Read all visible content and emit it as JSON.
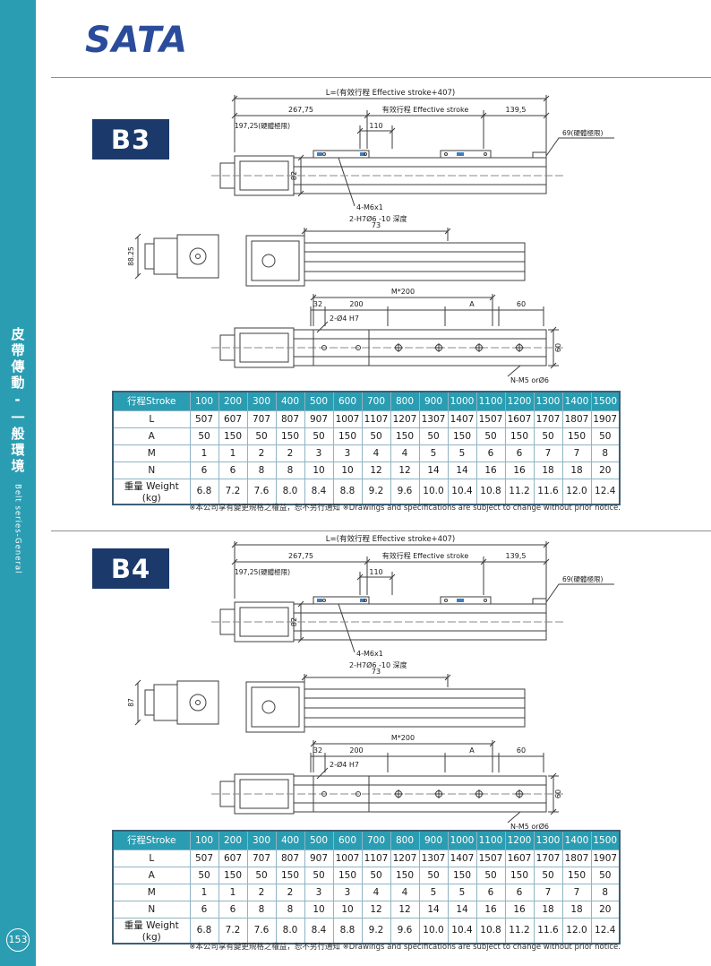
{
  "page": {
    "logo": "SATA",
    "page_number": "153",
    "sidebar": {
      "label_zh_1": "皮帶傳動",
      "separator": "-",
      "label_zh_2": "一般環境",
      "label_en": "Belt series-General"
    },
    "note": "※本公司享有變更規格之權益，恕不另行通知 ※Drawings and specifications are subject to change without prior notice."
  },
  "b3": {
    "model": "B3",
    "drawing": {
      "dim_total": "L=(有效行程 Effective stroke+407)",
      "dim_267": "267,75",
      "dim_stroke": "有效行程 Effective stroke",
      "dim_139": "139,5",
      "dim_hard_left": "197,25(硬體極限)",
      "dim_110": "110",
      "dim_hard_right": "69(硬體極限)",
      "dim_82": "82",
      "callout_m6": "4-M6x1",
      "callout_h7": "2-H7Ø6 -10 深度",
      "dim_73": "73",
      "dim_side": "88.25",
      "dim_m200": "M*200",
      "dim_32": "32",
      "dim_200": "200",
      "dim_a": "A",
      "dim_60": "60",
      "callout_holes": "2-Ø4 H7",
      "dim_60v": "60",
      "callout_n": "N-M5 orØ6"
    },
    "table": {
      "header_label": "行程Stroke",
      "columns": [
        "100",
        "200",
        "300",
        "400",
        "500",
        "600",
        "700",
        "800",
        "900",
        "1000",
        "1100",
        "1200",
        "1300",
        "1400",
        "1500"
      ],
      "rows": [
        {
          "key": "L",
          "label": "L",
          "values": [
            "507",
            "607",
            "707",
            "807",
            "907",
            "1007",
            "1107",
            "1207",
            "1307",
            "1407",
            "1507",
            "1607",
            "1707",
            "1807",
            "1907"
          ]
        },
        {
          "key": "A",
          "label": "A",
          "values": [
            "50",
            "150",
            "50",
            "150",
            "50",
            "150",
            "50",
            "150",
            "50",
            "150",
            "50",
            "150",
            "50",
            "150",
            "50"
          ]
        },
        {
          "key": "M",
          "label": "M",
          "values": [
            "1",
            "1",
            "2",
            "2",
            "3",
            "3",
            "4",
            "4",
            "5",
            "5",
            "6",
            "6",
            "7",
            "7",
            "8"
          ]
        },
        {
          "key": "N",
          "label": "N",
          "values": [
            "6",
            "6",
            "8",
            "8",
            "10",
            "10",
            "12",
            "12",
            "14",
            "14",
            "16",
            "16",
            "18",
            "18",
            "20"
          ]
        },
        {
          "key": "weight",
          "label": "重量 Weight (kg)",
          "values": [
            "6.8",
            "7.2",
            "7.6",
            "8.0",
            "8.4",
            "8.8",
            "9.2",
            "9.6",
            "10.0",
            "10.4",
            "10.8",
            "11.2",
            "11.6",
            "12.0",
            "12.4"
          ]
        }
      ]
    }
  },
  "b4": {
    "model": "B4",
    "drawing": {
      "dim_total": "L=(有效行程 Effective stroke+407)",
      "dim_267": "267,75",
      "dim_stroke": "有效行程 Effective stroke",
      "dim_139": "139,5",
      "dim_hard_left": "197,25(硬體極限)",
      "dim_110": "110",
      "dim_hard_right": "69(硬體極限)",
      "dim_82": "82",
      "callout_m6": "4-M6x1",
      "callout_h7": "2-H7Ø6 -10 深度",
      "dim_73": "73",
      "dim_side": "87",
      "dim_m200": "M*200",
      "dim_32": "32",
      "dim_200": "200",
      "dim_a": "A",
      "dim_60": "60",
      "callout_holes": "2-Ø4 H7",
      "dim_60v": "60",
      "callout_n": "N-M5 orØ6"
    },
    "table": {
      "header_label": "行程Stroke",
      "columns": [
        "100",
        "200",
        "300",
        "400",
        "500",
        "600",
        "700",
        "800",
        "900",
        "1000",
        "1100",
        "1200",
        "1300",
        "1400",
        "1500"
      ],
      "rows": [
        {
          "key": "L",
          "label": "L",
          "values": [
            "507",
            "607",
            "707",
            "807",
            "907",
            "1007",
            "1107",
            "1207",
            "1307",
            "1407",
            "1507",
            "1607",
            "1707",
            "1807",
            "1907"
          ]
        },
        {
          "key": "A",
          "label": "A",
          "values": [
            "50",
            "150",
            "50",
            "150",
            "50",
            "150",
            "50",
            "150",
            "50",
            "150",
            "50",
            "150",
            "50",
            "150",
            "50"
          ]
        },
        {
          "key": "M",
          "label": "M",
          "values": [
            "1",
            "1",
            "2",
            "2",
            "3",
            "3",
            "4",
            "4",
            "5",
            "5",
            "6",
            "6",
            "7",
            "7",
            "8"
          ]
        },
        {
          "key": "N",
          "label": "N",
          "values": [
            "6",
            "6",
            "8",
            "8",
            "10",
            "10",
            "12",
            "12",
            "14",
            "14",
            "16",
            "16",
            "18",
            "18",
            "20"
          ]
        },
        {
          "key": "weight",
          "label": "重量 Weight (kg)",
          "values": [
            "6.8",
            "7.2",
            "7.6",
            "8.0",
            "8.4",
            "8.8",
            "9.2",
            "9.6",
            "10.0",
            "10.4",
            "10.8",
            "11.2",
            "11.6",
            "12.0",
            "12.4"
          ]
        }
      ]
    }
  }
}
